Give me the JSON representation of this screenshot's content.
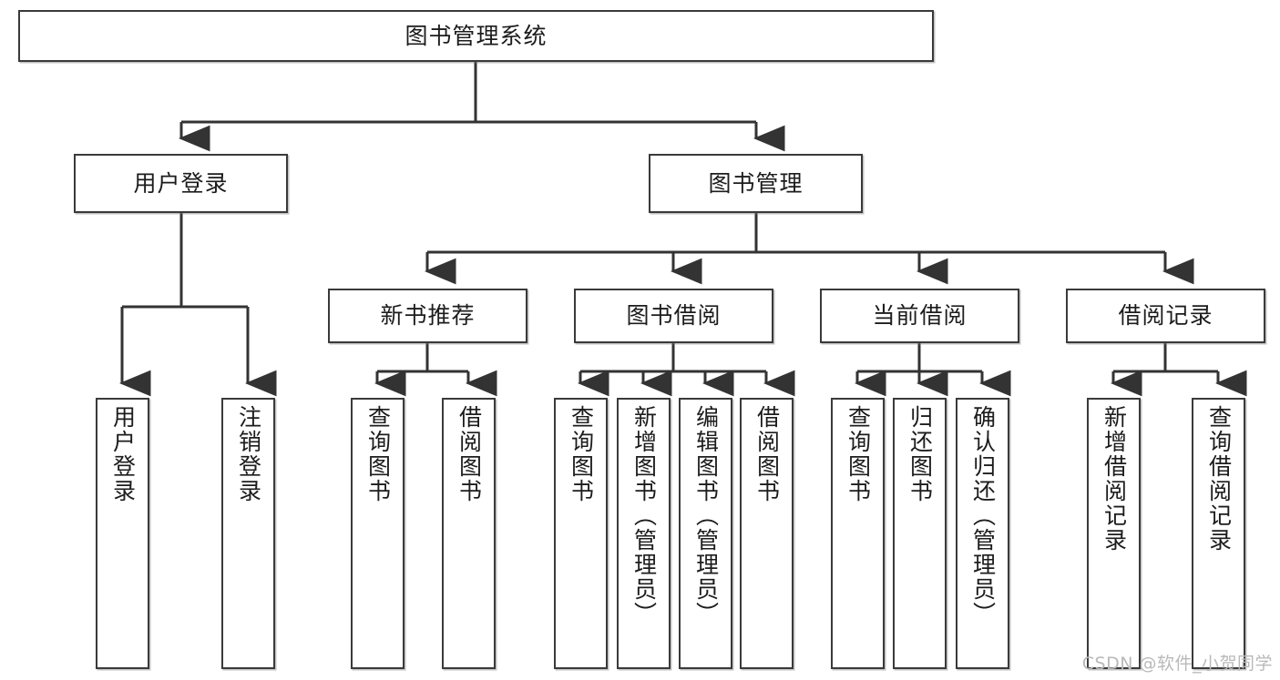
{
  "diagram": {
    "title": "图书管理系统",
    "type": "tree-hierarchy-chart",
    "root": {
      "label": "图书管理系统"
    },
    "level2": [
      {
        "label": "用户登录"
      },
      {
        "label": "图书管理"
      }
    ],
    "level3": [
      {
        "label": "新书推荐"
      },
      {
        "label": "图书借阅"
      },
      {
        "label": "当前借阅"
      },
      {
        "label": "借阅记录"
      }
    ],
    "leaves": {
      "user_login": [
        {
          "label": "用户登录"
        },
        {
          "label": "注销登录"
        }
      ],
      "new_book_recommend": [
        {
          "label": "查询图书"
        },
        {
          "label": "借阅图书"
        }
      ],
      "book_borrow": [
        {
          "label": "查询图书"
        },
        {
          "label": "新增图书（管理员）"
        },
        {
          "label": "编辑图书（管理员）"
        },
        {
          "label": "借阅图书"
        }
      ],
      "current_borrow": [
        {
          "label": "查询图书"
        },
        {
          "label": "归还图书"
        },
        {
          "label": "确认归还（管理员）"
        }
      ],
      "borrow_record": [
        {
          "label": "新增借阅记录"
        },
        {
          "label": "查询借阅记录"
        }
      ]
    }
  },
  "watermark": {
    "text": "CSDN @软件_小贺同学"
  },
  "colors": {
    "box_border": "#3a3a3a",
    "box_fill": "#ffffff",
    "text": "#1c1c1c",
    "connector": "#333333",
    "watermark": "#b9b9b9"
  }
}
